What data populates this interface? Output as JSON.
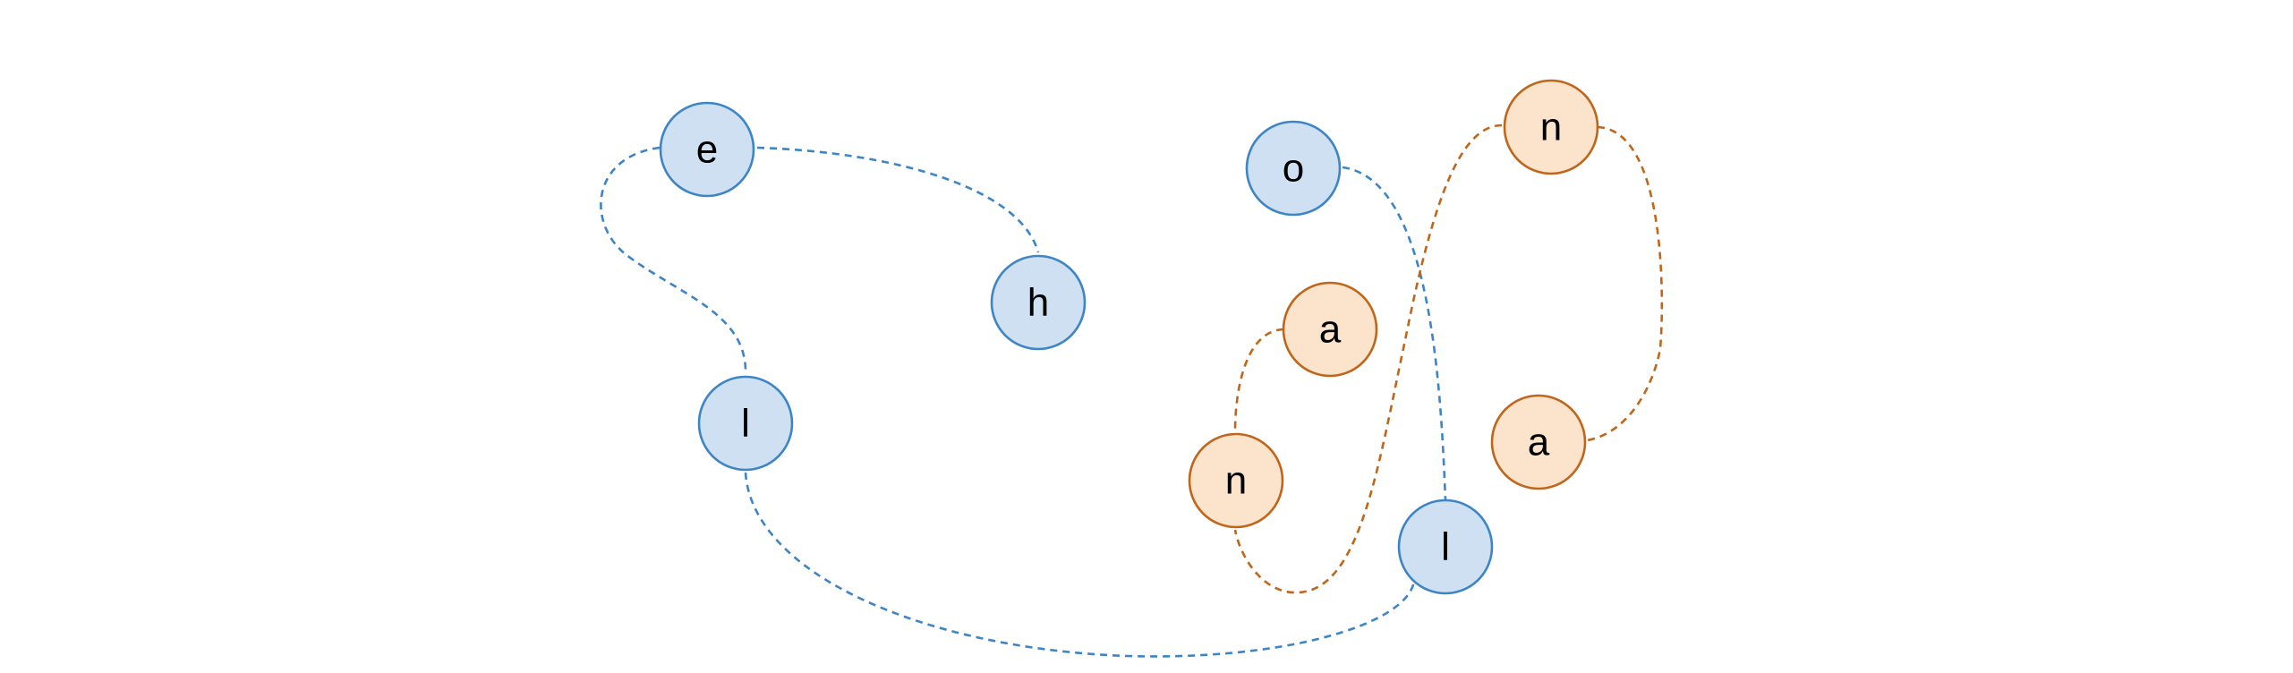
{
  "colors": {
    "blue_fill": "#cfe0f2",
    "blue_stroke": "#3d85c6",
    "orange_fill": "#fbe3cc",
    "orange_stroke": "#c0661b"
  },
  "nodes": {
    "e": {
      "label": "e",
      "group": "blue"
    },
    "h": {
      "label": "h",
      "group": "blue"
    },
    "l1": {
      "label": "l",
      "group": "blue"
    },
    "o": {
      "label": "o",
      "group": "blue"
    },
    "l2": {
      "label": "l",
      "group": "blue"
    },
    "n1": {
      "label": "n",
      "group": "orange"
    },
    "a1": {
      "label": "a",
      "group": "orange"
    },
    "n2": {
      "label": "n",
      "group": "orange"
    },
    "a2": {
      "label": "a",
      "group": "orange"
    }
  },
  "edges": [
    {
      "from": "e",
      "to": "h",
      "group": "blue"
    },
    {
      "from": "e",
      "to": "l1",
      "group": "blue"
    },
    {
      "from": "l1",
      "to": "l2",
      "group": "blue"
    },
    {
      "from": "o",
      "to": "l2",
      "group": "blue"
    },
    {
      "from": "n1",
      "to": "a2",
      "group": "orange"
    },
    {
      "from": "n1",
      "to": "n2",
      "group": "orange"
    },
    {
      "from": "a1",
      "to": "n2",
      "group": "orange"
    }
  ]
}
